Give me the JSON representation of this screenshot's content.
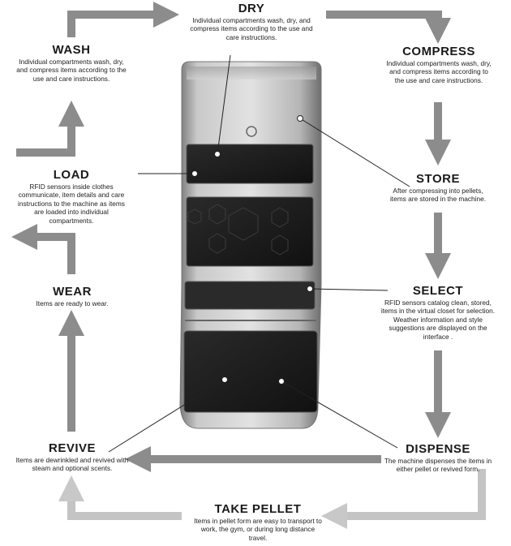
{
  "steps": {
    "dry": {
      "title": "DRY",
      "desc": "Individual compartments wash, dry, and compress items according to the use and care instructions."
    },
    "wash": {
      "title": "WASH",
      "desc": "Individual compartments wash, dry, and compress items according to the use and care instructions."
    },
    "compress": {
      "title": "COMPRESS",
      "desc": "Individual compartments wash, dry, and compress items according to the use and care instructions."
    },
    "load": {
      "title": "LOAD",
      "desc": "RFID sensors inside clothes communicate, item details and care instructions to the machine as items are loaded into individual compartments."
    },
    "store": {
      "title": "STORE",
      "desc": "After compressing into pellets, items are stored in the machine."
    },
    "wear": {
      "title": "WEAR",
      "desc": "Items are ready to wear."
    },
    "select": {
      "title": "SELECT",
      "desc": "RFID sensors catalog clean, stored, items in the virtual closet for selection.  Weather information and style suggestions are displayed on the interface ."
    },
    "revive": {
      "title": "REVIVE",
      "desc": "Items are dewrinkled and revived with steam and optional scents."
    },
    "dispense": {
      "title": "DISPENSE",
      "desc": "The machine dispenses the items in either pellet or revived form."
    },
    "take_pellet": {
      "title": "TAKE PELLET",
      "desc": "Items in pellet form are easy to transport to work, the gym, or during long distance travel."
    }
  },
  "colors": {
    "arrow": "#8c8c8c",
    "arrow_light": "#c4c4c4",
    "screen": "#1c1c1c",
    "steel": "#b9b9b9"
  }
}
